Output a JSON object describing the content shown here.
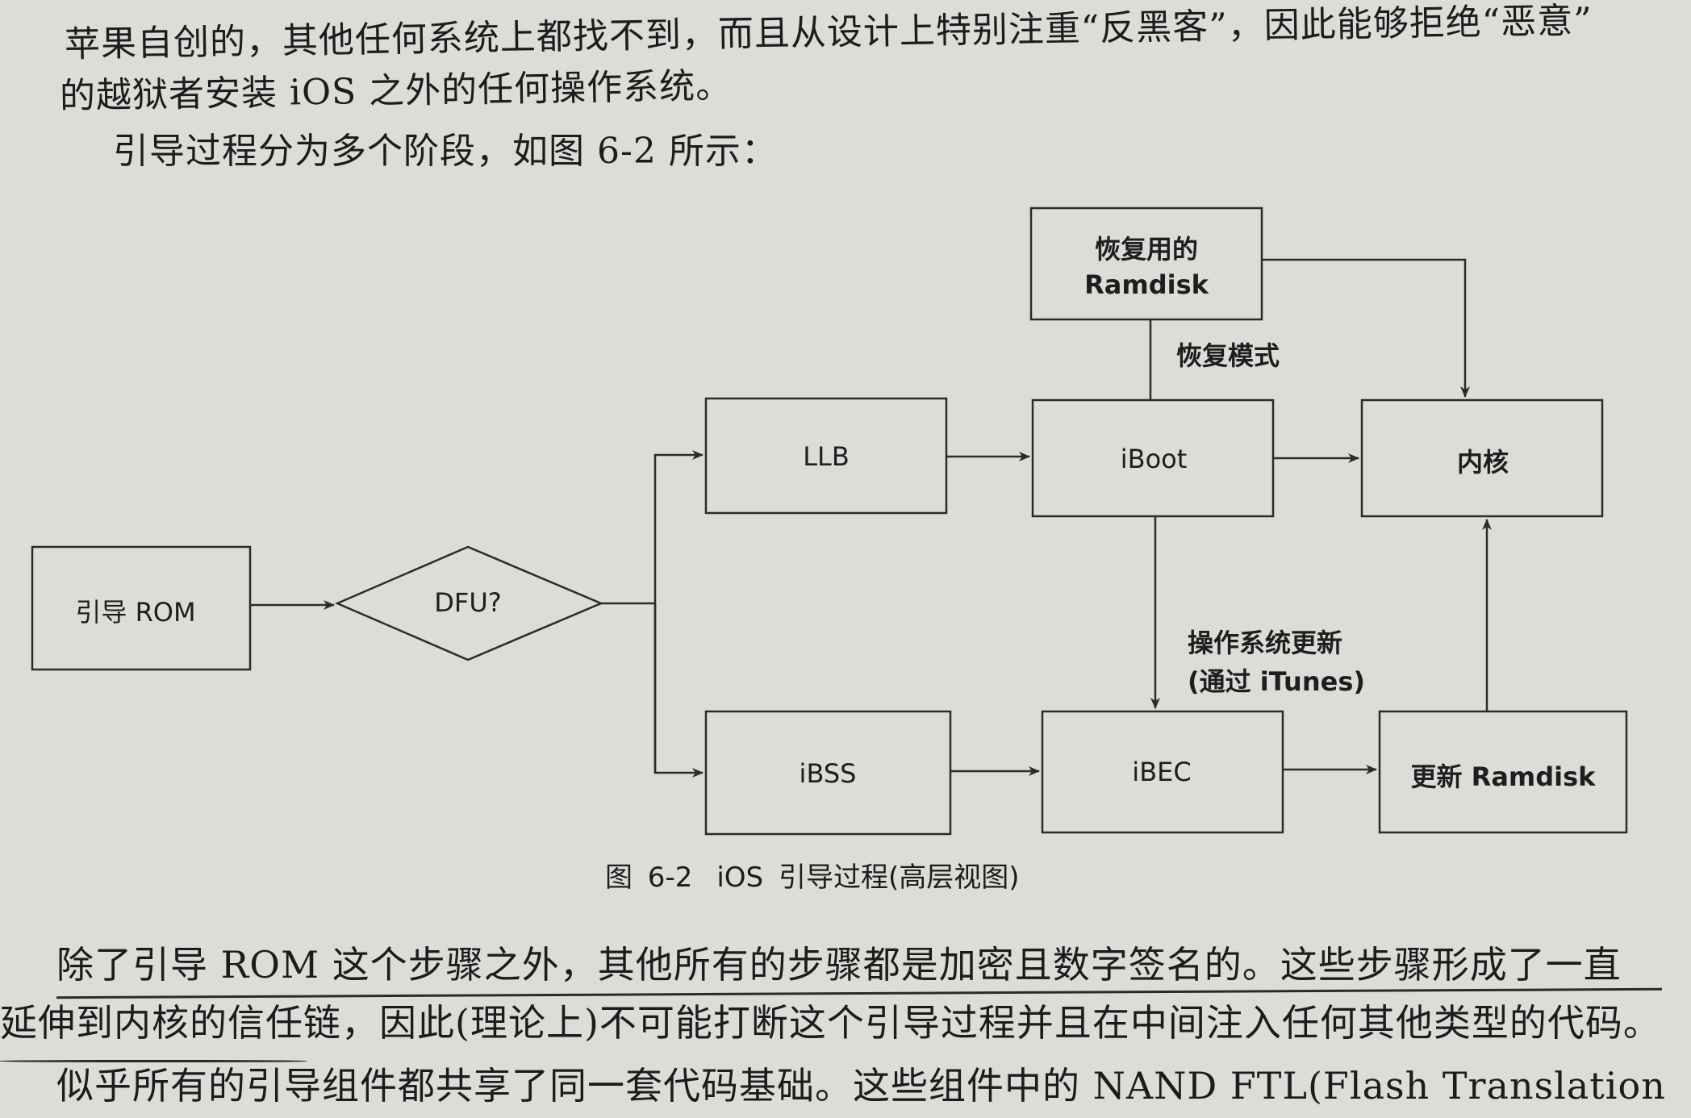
{
  "text": {
    "p1_line1": "苹果自创的，其他任何系统上都找不到，而且从设计上特别注重“反黑客”，因此能够拒绝“恶意”",
    "p1_line2": "的越狱者安装 iOS 之外的任何操作系统。",
    "p2": "引导过程分为多个阶段，如图 6-2 所示：",
    "p3_line1": "除了引导 ROM 这个步骤之外，其他所有的步骤都是加密且数字签名的。这些步骤形成了一直",
    "p3_line2": "延伸到内核的信任链，因此(理论上)不可能打断这个引导过程并且在中间注入任何其他类型的代码。",
    "p4": "似乎所有的引导组件都共享了同一套代码基础。这些组件中的 NAND FTL(Flash Translation"
  },
  "figure": {
    "caption_number": "图 6-2",
    "caption_title": "iOS 引导过程(高层视图)",
    "nodes": {
      "boot_rom": "引导 ROM",
      "dfu": "DFU?",
      "llb": "LLB",
      "iboot": "iBoot",
      "kernel": "内核",
      "recovery_ramdisk_line1": "恢复用的",
      "recovery_ramdisk_line2": "Ramdisk",
      "ibss": "iBSS",
      "ibec": "iBEC",
      "update_ramdisk": "更新 Ramdisk"
    },
    "edge_labels": {
      "recovery_mode": "恢复模式",
      "os_update_line1": "操作系统更新",
      "os_update_line2": "(通过 iTunes)"
    }
  }
}
